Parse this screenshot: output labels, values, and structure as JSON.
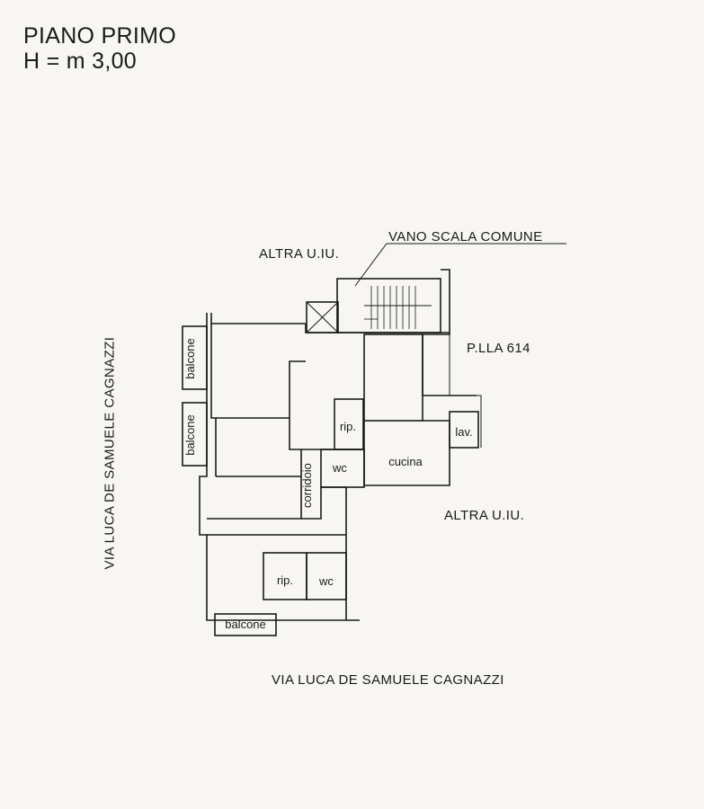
{
  "title": {
    "line1": "PIANO PRIMO",
    "line2": "H = m 3,00"
  },
  "labels": {
    "altra_uiu_top": "ALTRA U.IU.",
    "vano_scala": "VANO SCALA COMUNE",
    "plla": "P.LLA 614",
    "altra_uiu_right": "ALTRA U.IU.",
    "street_bottom": "VIA LUCA DE SAMUELE CAGNAZZI",
    "street_left": "VIA LUCA DE SAMUELE CAGNAZZI"
  },
  "rooms": {
    "balcone_1": "balcone",
    "balcone_2": "balcone",
    "balcone_3": "balcone",
    "rip_1": "rip.",
    "rip_2": "rip.",
    "wc_1": "wc",
    "wc_2": "wc",
    "corridoio": "corridoio",
    "cucina": "cucina",
    "lav": "lav."
  }
}
